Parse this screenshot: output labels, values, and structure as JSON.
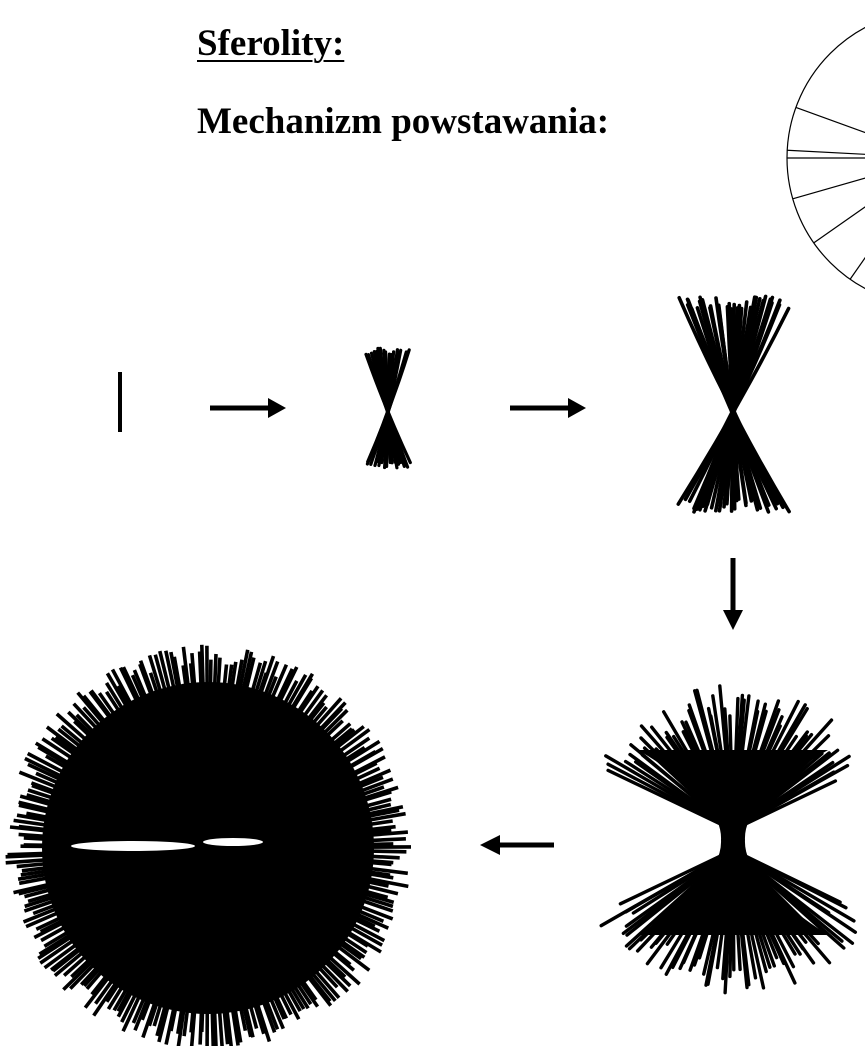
{
  "slide": {
    "title": "Sferolity:",
    "subtitle": "Mechanizm powstawania:"
  },
  "diagram": {
    "ink_color": "#000000",
    "paper_color": "#ffffff",
    "stages": [
      {
        "name": "single-lamella",
        "shape": "line"
      },
      {
        "name": "small-sheaf",
        "shape": "sheaf"
      },
      {
        "name": "larger-sheaf",
        "shape": "sheaf"
      },
      {
        "name": "hourglass-sheaf",
        "shape": "hourglass"
      },
      {
        "name": "spherulite",
        "shape": "sphere"
      }
    ],
    "arrows": [
      "right",
      "right",
      "down",
      "left"
    ],
    "inset": {
      "shape": "circle-sector",
      "description_visible": false
    }
  }
}
